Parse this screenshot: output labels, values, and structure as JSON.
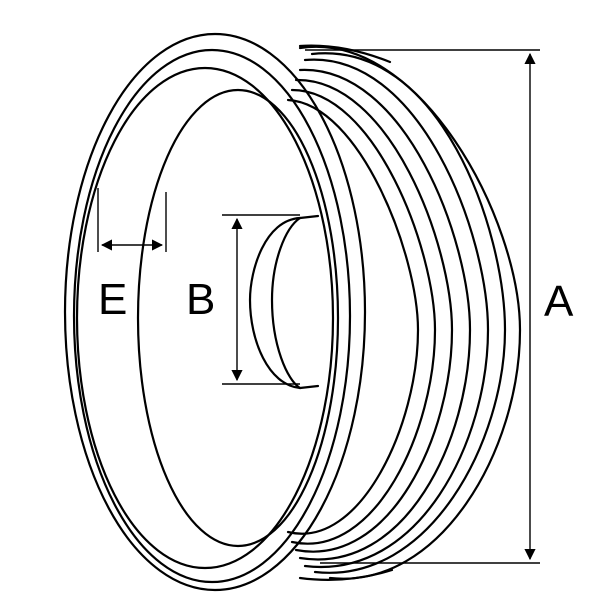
{
  "diagram": {
    "labels": {
      "outer_diameter": "A",
      "bore_diameter": "B",
      "rim_thickness": "E"
    },
    "colors": {
      "line": "#000000",
      "background": "#ffffff"
    }
  }
}
